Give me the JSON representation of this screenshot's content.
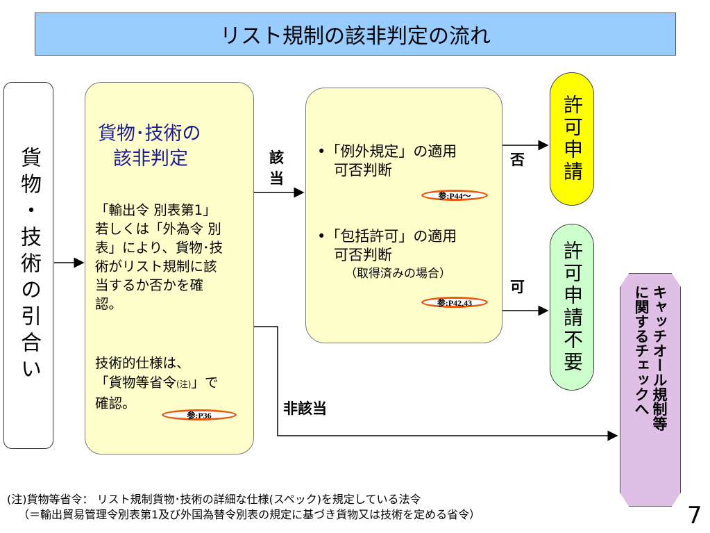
{
  "title": "リスト規制の該非判定の流れ",
  "left_column": "貨物・技術の引合い",
  "judge": {
    "title_line1": "貨物･技術の",
    "title_line2": "該非判定",
    "body_line1": "「輸出令 別表第1」",
    "body_line2": "若しくは「外為令 別",
    "body_line3": "表」により、貨物･技",
    "body_line4": "術がリスト規制に該",
    "body_line5": "当するか否かを確",
    "body_line6": "認。",
    "spec_line1": "技術的仕様は、",
    "spec_line2_pre": "「貨物等省令",
    "spec_note": "(注)",
    "spec_line2_post": "」で",
    "spec_line3": "確認。",
    "ref": "参:P36"
  },
  "labels": {
    "applicable_1": "該",
    "applicable_2": "当",
    "non_applicable": "非該当",
    "no": "否",
    "yes": "可"
  },
  "exceptions": {
    "item1_line1": "•「例外規定」の適用",
    "item1_line2": "可否判断",
    "ref1": "参:P44〜",
    "item2_line1": "•「包括許可」の適用",
    "item2_line2": "可否判断",
    "item2_line3": "（取得済みの場合）",
    "ref2": "参:P42,43"
  },
  "permit_apply": "許可申請",
  "permit_not_required": "許可申請不要",
  "catch_all_line1": "キャッチオール規制等",
  "catch_all_line2": "に関するチェックへ",
  "note_line1": "(注)貨物等省令：  リスト規制貨物･技術の詳細な仕様(スペック)を規定している法令",
  "note_line2": "（＝輸出貿易管理令別表第1及び外国為替令別表の規定に基づき貨物又は技術を定める省令）",
  "page_number": "7",
  "colors": {
    "title_bg": "#99ccff",
    "box_bg": "#ffffcc",
    "permit_apply_bg": "#ffff00",
    "permit_not_required_bg": "#ccffcc",
    "catch_all_bg": "#e0bfe6",
    "judge_title": "#1a1a99",
    "ref_ring": "#e85a10"
  }
}
